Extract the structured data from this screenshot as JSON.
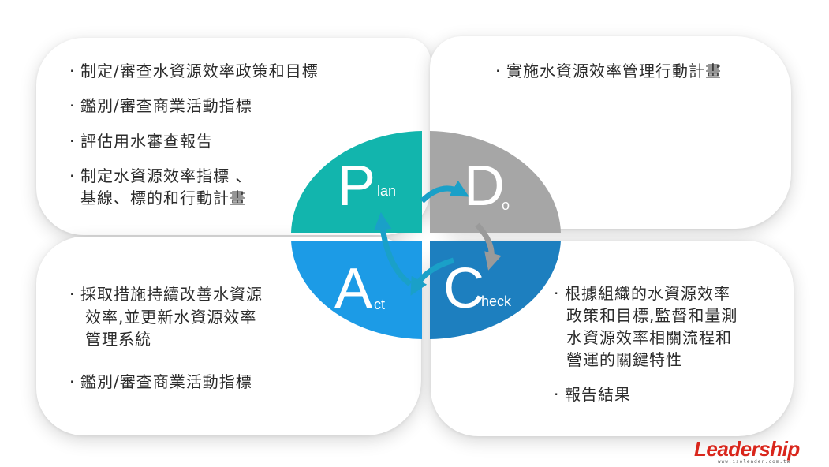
{
  "plan": {
    "items": [
      "制定/審查水資源效率政策和目標",
      "鑑別/審查商業活動指標",
      "評估用水審查報告",
      "制定水資源效率指標 、",
      "基線、標的和行動計畫"
    ]
  },
  "do": {
    "items": [
      "實施水資源效率管理行動計畫"
    ]
  },
  "act": {
    "items": [
      "採取措施持續改善水資源",
      "效率,並更新水資源效率",
      "管理系統",
      "鑑別/審查商業活動指標"
    ]
  },
  "check": {
    "items": [
      "根據組織的水資源效率",
      "政策和目標,監督和量測",
      "水資源效率相關流程和",
      "營運的關鍵特性",
      "報告結果"
    ]
  },
  "cycle": {
    "plan": {
      "big": "P",
      "small": "lan",
      "color": "#12b5ad"
    },
    "do": {
      "big": "D",
      "small": "o",
      "color": "#a6a6a6"
    },
    "act": {
      "big": "A",
      "small": "ct",
      "color": "#1c9be6"
    },
    "check": {
      "big": "C",
      "small": "heck",
      "color": "#1d7fbf"
    }
  },
  "bullet": "·",
  "logo": {
    "brand": "Leadership",
    "url": "www.isoleader.com.tw"
  }
}
